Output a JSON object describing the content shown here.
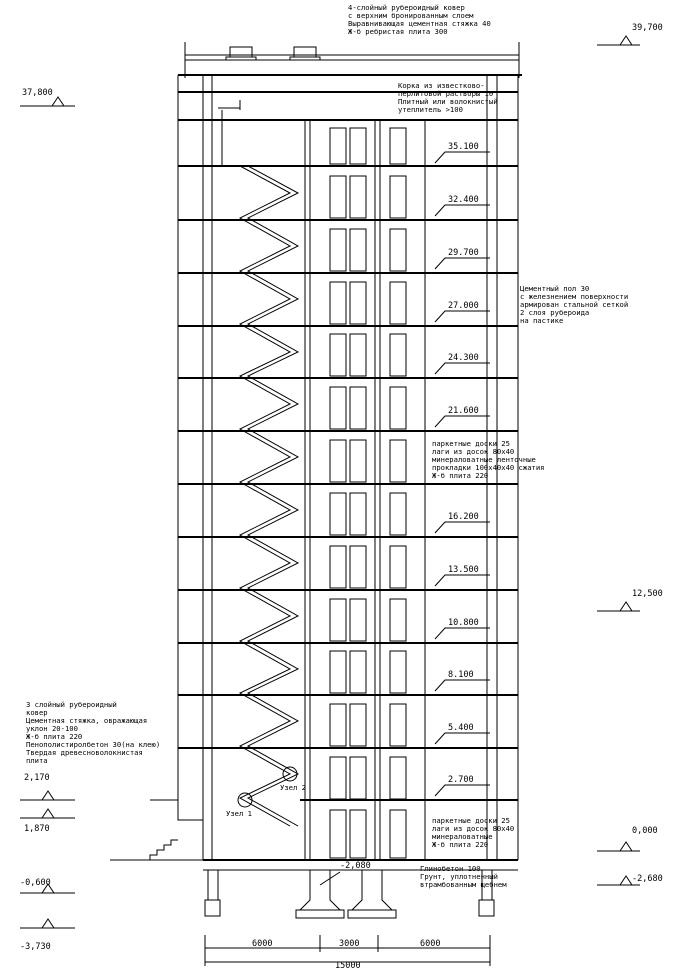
{
  "notes": {
    "roof": [
      "4-слойный рубероидный ковер",
      "с верхним бронированным слоем",
      "Выравнивающая цементная стяжка 40",
      "Ж-б ребристая плита 300"
    ],
    "attic": [
      "Корка из известково-",
      "перлитовой растворы 10",
      "Плитный или волокнистый",
      "утеплитель >100"
    ],
    "cement_floor": [
      "Цементный пол 30",
      "с железнением поверхности",
      "армирован стальной сеткой",
      "2 слоя рубероида",
      "на пастике"
    ],
    "parquet_mid": [
      "паркетные доски 25",
      "лаги из досок 80x40",
      "минераловатные ленточные",
      "прокладки 100x40x40 сжатия",
      "Ж-б плита 220"
    ],
    "stair_floor": [
      "3 слойный рубероидный",
      "ковер",
      "Цементная стяжка, овражающая",
      "уклон 20-100",
      "Ж-б плита 220",
      "Пенополистиролбетон 30(на клею)",
      "Твердая древесноволокнистая",
      "плита"
    ],
    "parquet_ground": [
      "паркетные доски 25",
      "лаги из досок 80x40",
      "минераловатные",
      "Ж-б плита 220"
    ],
    "foundation": [
      "Глинобетон 100",
      "Грунт, уплотненный",
      "втрамбованным щебнем"
    ]
  },
  "levels": {
    "right_top": "39,700",
    "left_top": "37,800",
    "right_mid": "12,500",
    "left_2170": "2,170",
    "left_1870": "1,870",
    "right_0": "0,000",
    "left_m060": "-0,600",
    "right_m268": "-2,680",
    "left_m373": "-3,730",
    "base": "-2,080"
  },
  "floor_marks": [
    "35.100",
    "32.400",
    "29.700",
    "27.000",
    "24.300",
    "21.600",
    "",
    "16.200",
    "13.500",
    "10.800",
    "8.100",
    "5.400",
    "2.700"
  ],
  "nodes": {
    "n1": "Узел 1",
    "n2": "Узел 2"
  },
  "dims": {
    "d1": "6000",
    "d2": "3000",
    "d3": "6000",
    "total": "15000"
  }
}
